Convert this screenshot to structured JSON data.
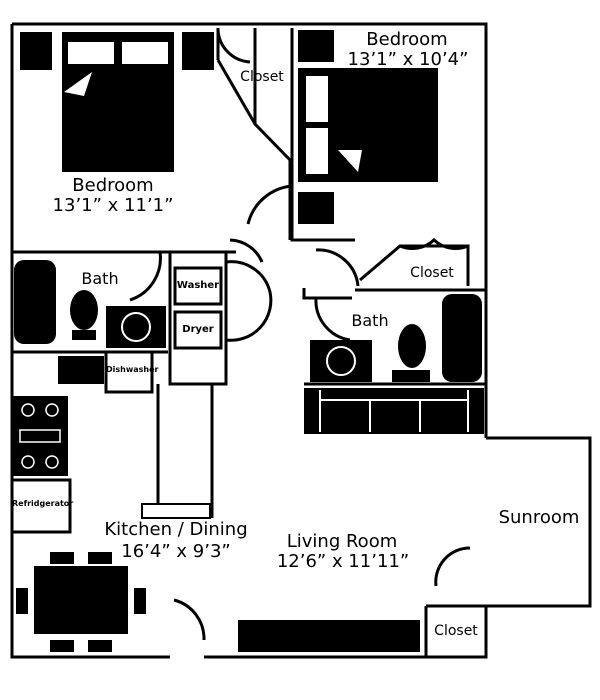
{
  "rooms": {
    "bedroom1": {
      "name": "Bedroom",
      "size": "13’1” x 11’1”"
    },
    "bedroom2": {
      "name": "Bedroom",
      "size": "13’1” x 10’4”"
    },
    "bath1": {
      "name": "Bath"
    },
    "bath2": {
      "name": "Bath"
    },
    "kitchen": {
      "name": "Kitchen / Dining",
      "size": "16’4” x 9’3”"
    },
    "living": {
      "name": "Living Room",
      "size": "12’6” x 11’11”"
    },
    "sunroom": {
      "name": "Sunroom"
    },
    "closet1": {
      "name": "Closet"
    },
    "closet2": {
      "name": "Closet"
    },
    "closet3": {
      "name": "Closet"
    }
  },
  "fixtures": {
    "washer": "Washer",
    "dryer": "Dryer",
    "dishwasher": "Dishwasher",
    "refrigerator": "Refridgerator"
  }
}
